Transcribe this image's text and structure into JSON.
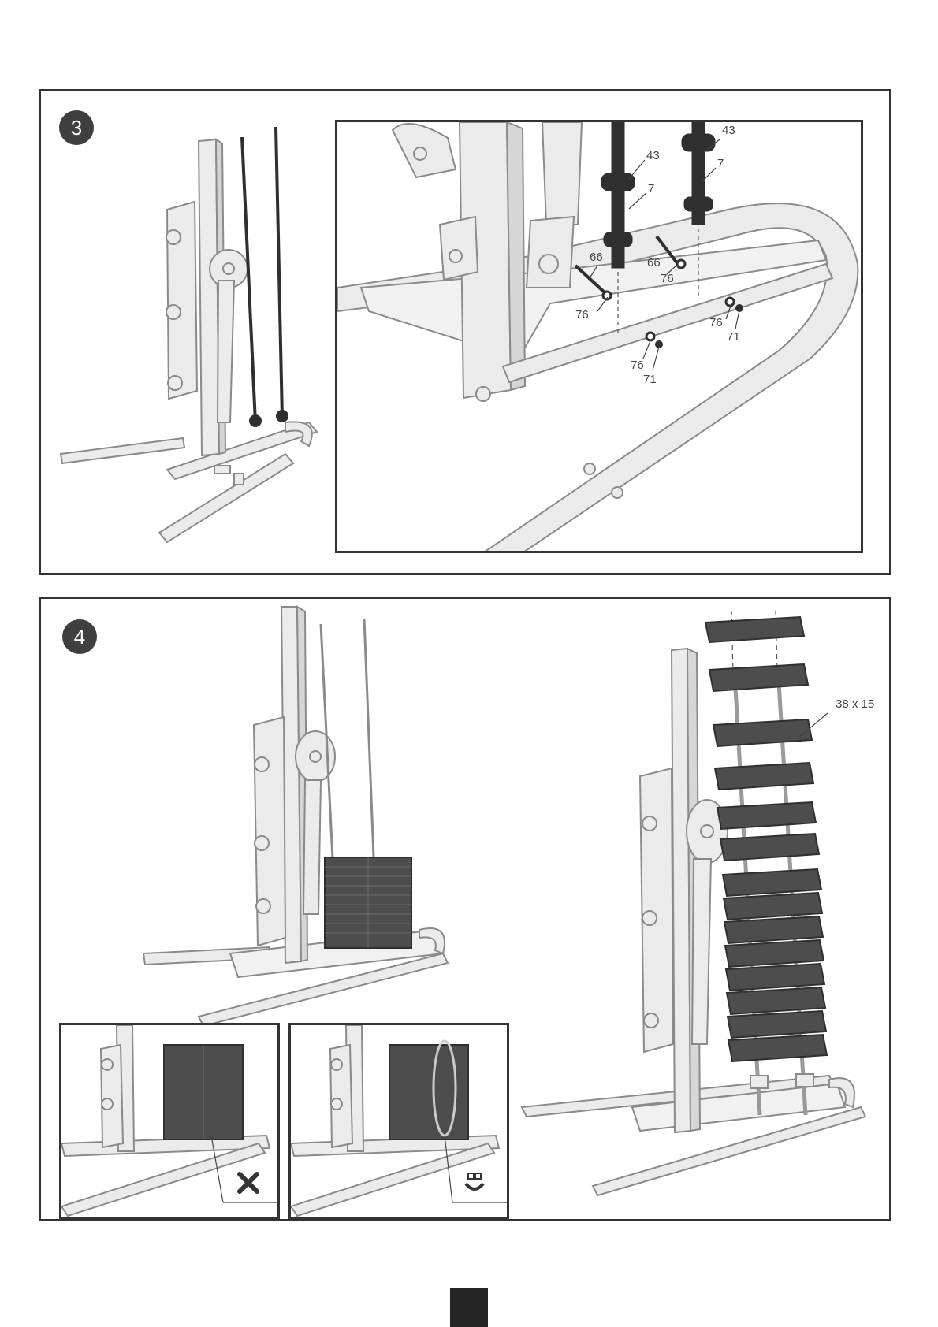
{
  "steps": [
    {
      "number": "3",
      "part_labels": {
        "top_right_43": "43",
        "top_right_7": "7",
        "mid_43": "43",
        "mid_7": "7",
        "left_66": "66",
        "right_66": "66",
        "right_76_upper": "76",
        "left_76": "76",
        "right_76_lower": "76",
        "right_71": "71",
        "center_76": "76",
        "center_71": "71"
      }
    },
    {
      "number": "4",
      "weight_stack_label": "38 x 15",
      "insets": [
        {
          "mark": "incorrect",
          "icon": "cross-icon"
        },
        {
          "mark": "correct",
          "icon": "clip-alignment-icon"
        }
      ]
    }
  ],
  "colors": {
    "frame_light": "#e6e6e6",
    "frame_outline": "#8a8a8a",
    "weight_plate": "#4d4d4d",
    "rod_dark": "#2f2f2f",
    "border": "#333333"
  }
}
